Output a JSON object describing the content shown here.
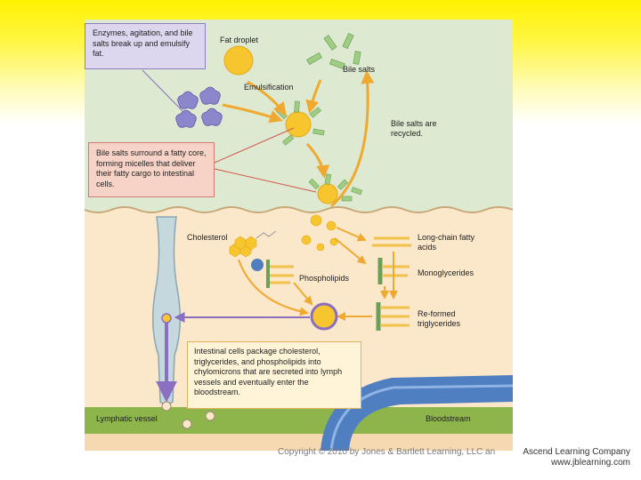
{
  "callouts": {
    "enzymes": "Enzymes, agitation, and bile salts break up and emulsify fat.",
    "micelles": "Bile salts surround a fatty core, forming micelles that deliver their fatty cargo to intestinal cells.",
    "package": "Intestinal cells package cholesterol, triglycerides, and phospholipids into chylomicrons that are secreted into lymph vessels and eventually enter the bloodstream."
  },
  "labels": {
    "fat_droplet": "Fat droplet",
    "bile_salts": "Bile salts",
    "emulsification": "Emulsification",
    "recycled": "Bile salts are recycled.",
    "cholesterol": "Cholesterol",
    "long_chain": "Long-chain fatty acids",
    "monoglycerides": "Monoglycerides",
    "phospholipids": "Phospholipids",
    "reformed": "Re-formed triglycerides",
    "lymphatic": "Lymphatic vessel",
    "bloodstream": "Bloodstream"
  },
  "footer": {
    "copyright": "Copyright © 2010 by Jones & Bartlett Learning, LLC an",
    "company": "Ascend Learning Company",
    "url": "www.jblearning.com"
  },
  "colors": {
    "lumen": "#dde9d0",
    "cell": "#fbe7c9",
    "fat": "#f7c52e",
    "bile_salt": "#9fcd84",
    "arrow": "#f0a930",
    "vessel": "#4f7fc0",
    "lymph_floor": "#8db54c",
    "enzyme": "#8c86cc"
  }
}
